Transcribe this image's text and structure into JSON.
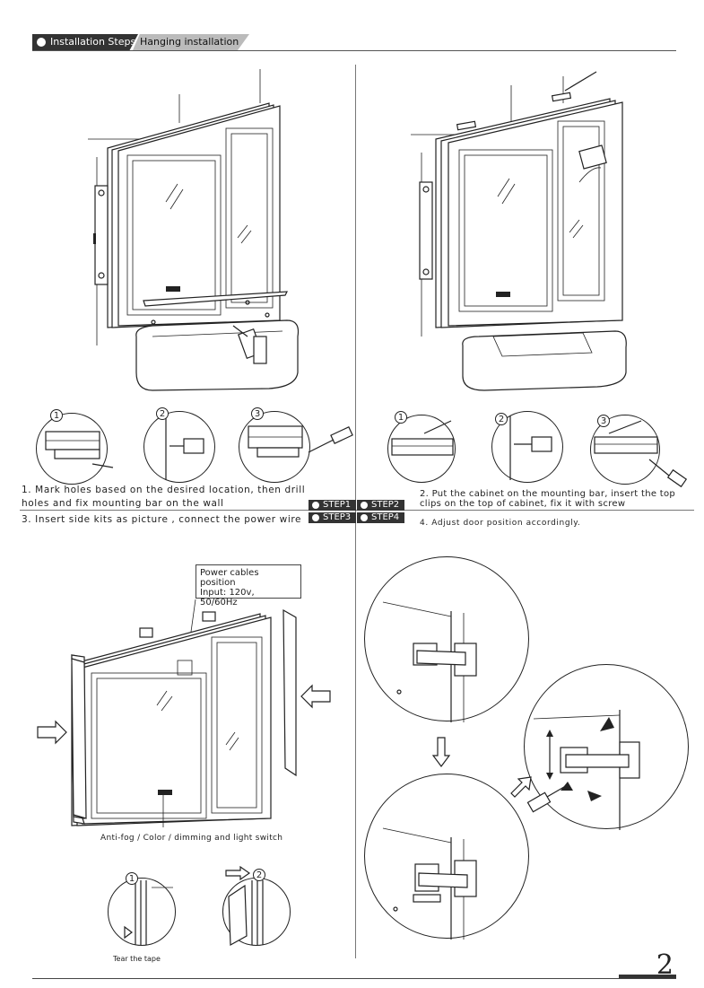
{
  "header": {
    "section": "Installation Steps",
    "subsection": "Hanging installation"
  },
  "steps": {
    "step1": "STEP1",
    "step2": "STEP2",
    "step3": "STEP3",
    "step4": "STEP4"
  },
  "captions": {
    "step1_line1": "1. Mark holes based on the desired location,  then drill",
    "step1_line2": "holes and fix mounting bar on the wall",
    "step2_line1": "2. Put the cabinet on the mounting bar,  insert the top",
    "step2_line2": "clips on the top of cabinet,  fix it with screw",
    "step3": "3. Insert side kits as picture , connect the power wire",
    "step4": "4. Adjust door position accordingly."
  },
  "callouts": {
    "power_title": "Power cables position",
    "power_input": "Input: 120v,",
    "power_freq": "50/60Hz",
    "switch_label": "Anti-fog / Color / dimming and light switch",
    "tape_label": "Tear the tape"
  },
  "badges": [
    "1",
    "2",
    "3"
  ],
  "page_number": "2"
}
